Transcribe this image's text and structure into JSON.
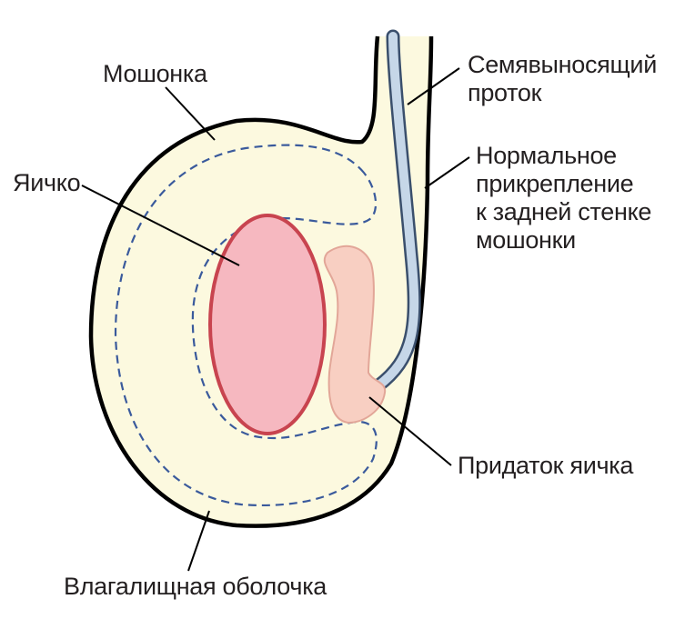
{
  "labels": {
    "scrotum": "Мошонка",
    "testis": "Яичко",
    "vas_deferens": [
      "Семявыносящий",
      "проток"
    ],
    "normal_attachment": [
      "Нормальное",
      "прикрепление",
      "к задней стенке",
      "мошонки"
    ],
    "epididymis": "Придаток яичка",
    "tunica_vaginalis": "Влагалищная оболочка"
  },
  "colors": {
    "scrotum_fill": "#fcf9df",
    "outline": "#000000",
    "tunica_dash": "#3a5a9c",
    "testis_fill": "#f6b8c0",
    "testis_stroke": "#c8444f",
    "epididymis_fill": "#f8cfc2",
    "epididymis_stroke": "#e2a698",
    "duct_fill": "#c6d7e8",
    "duct_stroke": "#3a4f6c",
    "text": "#231f20"
  }
}
